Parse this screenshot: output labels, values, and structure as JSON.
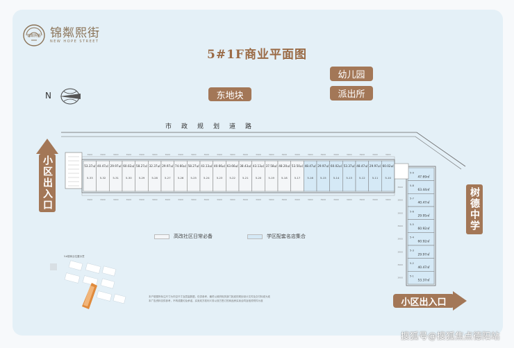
{
  "logo": {
    "name_cn": "锦粼熙街",
    "name_en": "NEW HOPE STREET",
    "mark_text": "锦粼熙街"
  },
  "title": "5#1F商业平面图",
  "tags": {
    "east_block": "东地块",
    "kindergarten": "幼儿园",
    "police": "派出所",
    "school": "树德中学",
    "entrance_left": "小区出入口",
    "entrance_right": "小区出入口"
  },
  "compass": {
    "label": "N"
  },
  "road": {
    "label": "市政规划道路"
  },
  "legend": [
    {
      "label": "高改社区日常必备",
      "color": "#f4f6f8"
    },
    {
      "label": "学区配套名店集合",
      "color": "#d5e9f6"
    }
  ],
  "top_shops": [
    {
      "area": "53.37㎡",
      "id": "5-33",
      "type": "white"
    },
    {
      "area": "40.47㎡",
      "id": "5-32",
      "type": "white"
    },
    {
      "area": "29.97㎡",
      "id": "5-31",
      "type": "white"
    },
    {
      "area": "60.02㎡",
      "id": "5-30",
      "type": "white"
    },
    {
      "area": "58.27㎡",
      "id": "5-29",
      "type": "white"
    },
    {
      "area": "32.37㎡",
      "id": "5-28",
      "type": "white"
    },
    {
      "area": "29.97㎡",
      "id": "5-27",
      "type": "white"
    },
    {
      "area": "74.60㎡",
      "id": "5-26",
      "type": "white"
    },
    {
      "area": "58.27㎡",
      "id": "5-25",
      "type": "white"
    },
    {
      "area": "43.13㎡",
      "id": "5-24",
      "type": "white"
    },
    {
      "area": "40.66㎡",
      "id": "5-23",
      "type": "white"
    },
    {
      "area": "63.66㎡",
      "id": "5-22",
      "type": "white"
    },
    {
      "area": "38.43㎡",
      "id": "5-21",
      "type": "white"
    },
    {
      "area": "43.13㎡",
      "id": "5-20",
      "type": "white"
    },
    {
      "area": "37.58㎡",
      "id": "5-19",
      "type": "white"
    },
    {
      "area": "48.20㎡",
      "id": "5-18",
      "type": "white"
    },
    {
      "area": "53.50㎡",
      "id": "5-17",
      "type": "white"
    },
    {
      "area": "48.47㎡",
      "id": "5-16",
      "type": "blue"
    },
    {
      "area": "29.97㎡",
      "id": "5-15",
      "type": "blue"
    },
    {
      "area": "60.02㎡",
      "id": "5-14",
      "type": "blue"
    },
    {
      "area": "53.37㎡",
      "id": "5-13",
      "type": "blue"
    },
    {
      "area": "48.47㎡",
      "id": "5-12",
      "type": "blue"
    },
    {
      "area": "29.97㎡",
      "id": "5-11",
      "type": "blue"
    },
    {
      "area": "60.02㎡",
      "id": "5-10",
      "type": "blue"
    }
  ],
  "right_shops": [
    {
      "area": "47.69㎡",
      "id": "5-9"
    },
    {
      "area": "63.44㎡",
      "id": "5-8"
    },
    {
      "area": "40.47㎡",
      "id": "5-7"
    },
    {
      "area": "29.95㎡",
      "id": "5-6"
    },
    {
      "area": "60.92㎡",
      "id": "5-5"
    },
    {
      "area": "60.92㎡",
      "id": "5-4"
    },
    {
      "area": "29.97㎡",
      "id": "5-3"
    },
    {
      "area": "40.47㎡",
      "id": "5-2"
    },
    {
      "area": "53.37㎡",
      "id": "5-1"
    }
  ],
  "dims": {
    "bay": "3900"
  },
  "notes": [
    "本户型图所标注尺寸为内空尺寸及层高数据，仅供参考，最终以政府相关部门批准的规划设计文件及交付标准为准",
    "本广告资料仅供参考，不构成要约及承诺，买卖双方权利义务以双方签订的商品房买卖合同及相关附件为准"
  ],
  "map_caption": "5#楼商业位置示意",
  "watermark": "搜狐号@搜狐焦点德阳站"
}
